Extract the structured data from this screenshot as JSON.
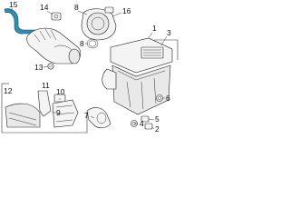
{
  "callouts": [
    {
      "id": "c1",
      "text": "1"
    },
    {
      "id": "c2",
      "text": "2"
    },
    {
      "id": "c3",
      "text": "3"
    },
    {
      "id": "c4",
      "text": "4"
    },
    {
      "id": "c5",
      "text": "5"
    },
    {
      "id": "c6",
      "text": "6"
    },
    {
      "id": "c7",
      "text": "7"
    },
    {
      "id": "c8",
      "text": "8"
    },
    {
      "id": "c9",
      "text": "9"
    },
    {
      "id": "c10",
      "text": "10"
    },
    {
      "id": "c11",
      "text": "11"
    },
    {
      "id": "c12",
      "text": "12"
    },
    {
      "id": "c13",
      "text": "13"
    },
    {
      "id": "c14",
      "text": "14"
    },
    {
      "id": "c15",
      "text": "15"
    },
    {
      "id": "c16",
      "text": "16"
    }
  ],
  "colors": {
    "hose": "#2f8fb3",
    "line": "#222222",
    "fill": "#f4f4f4"
  }
}
